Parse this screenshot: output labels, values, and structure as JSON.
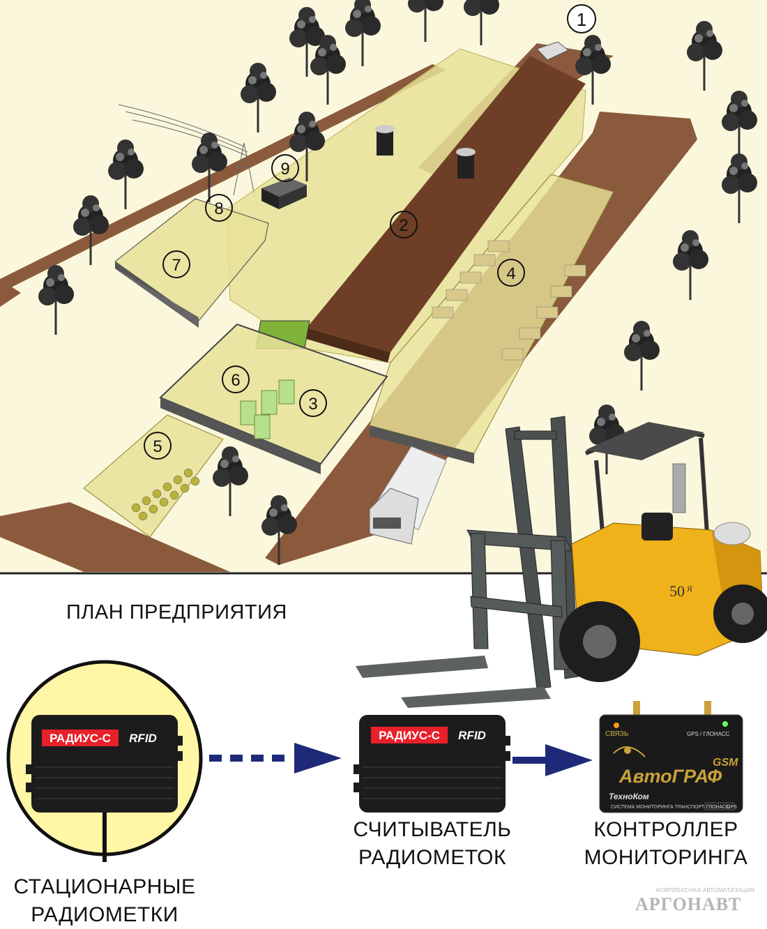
{
  "plan": {
    "markers": [
      "1",
      "2",
      "3",
      "4",
      "5",
      "6",
      "7",
      "8",
      "9"
    ],
    "title": "ПЛАН ПРЕДПРИЯТИЯ"
  },
  "forklift": {
    "decal": "50",
    "decal_sub": "Я"
  },
  "devices": {
    "stationary": {
      "brand": "РАДИУС-С",
      "tech": "RFID",
      "caption_line1": "СТАЦИОНАРНЫЕ",
      "caption_line2": "РАДИОМЕТКИ"
    },
    "reader": {
      "brand": "РАДИУС-С",
      "tech": "RFID",
      "caption_line1": "СЧИТЫВАТЕЛЬ",
      "caption_line2": "РАДИОМЕТОК"
    },
    "controller": {
      "led_left": "СВЯЗЬ",
      "led_right": "GPS / ГЛОНАСС",
      "gsm": "GSM",
      "brand": "АвтоГРАФ",
      "maker": "ТехноКом",
      "system": "СИСТЕМА МОНИТОРИНГА ТРАНСПОРТА",
      "sat_badge": "ГЛОНАСС",
      "gps_badge": "GPS",
      "caption_line1": "КОНТРОЛЛЕР",
      "caption_line2": "МОНИТОРИНГА"
    }
  },
  "logo": {
    "tagline": "КОМПЛЕКСНАЯ АВТОМАТИЗАЦИЯ",
    "name": "АРГОНАВТ"
  },
  "colors": {
    "ground": "#fbf7dc",
    "road": "#8b5a3c",
    "building_glass": "#e8e29a",
    "roof": "#6e3f26",
    "device_red": "#e8202a",
    "circle_bg": "#fff7a6",
    "arrow": "#1e2a78",
    "forklift_yellow": "#f0b21a"
  }
}
